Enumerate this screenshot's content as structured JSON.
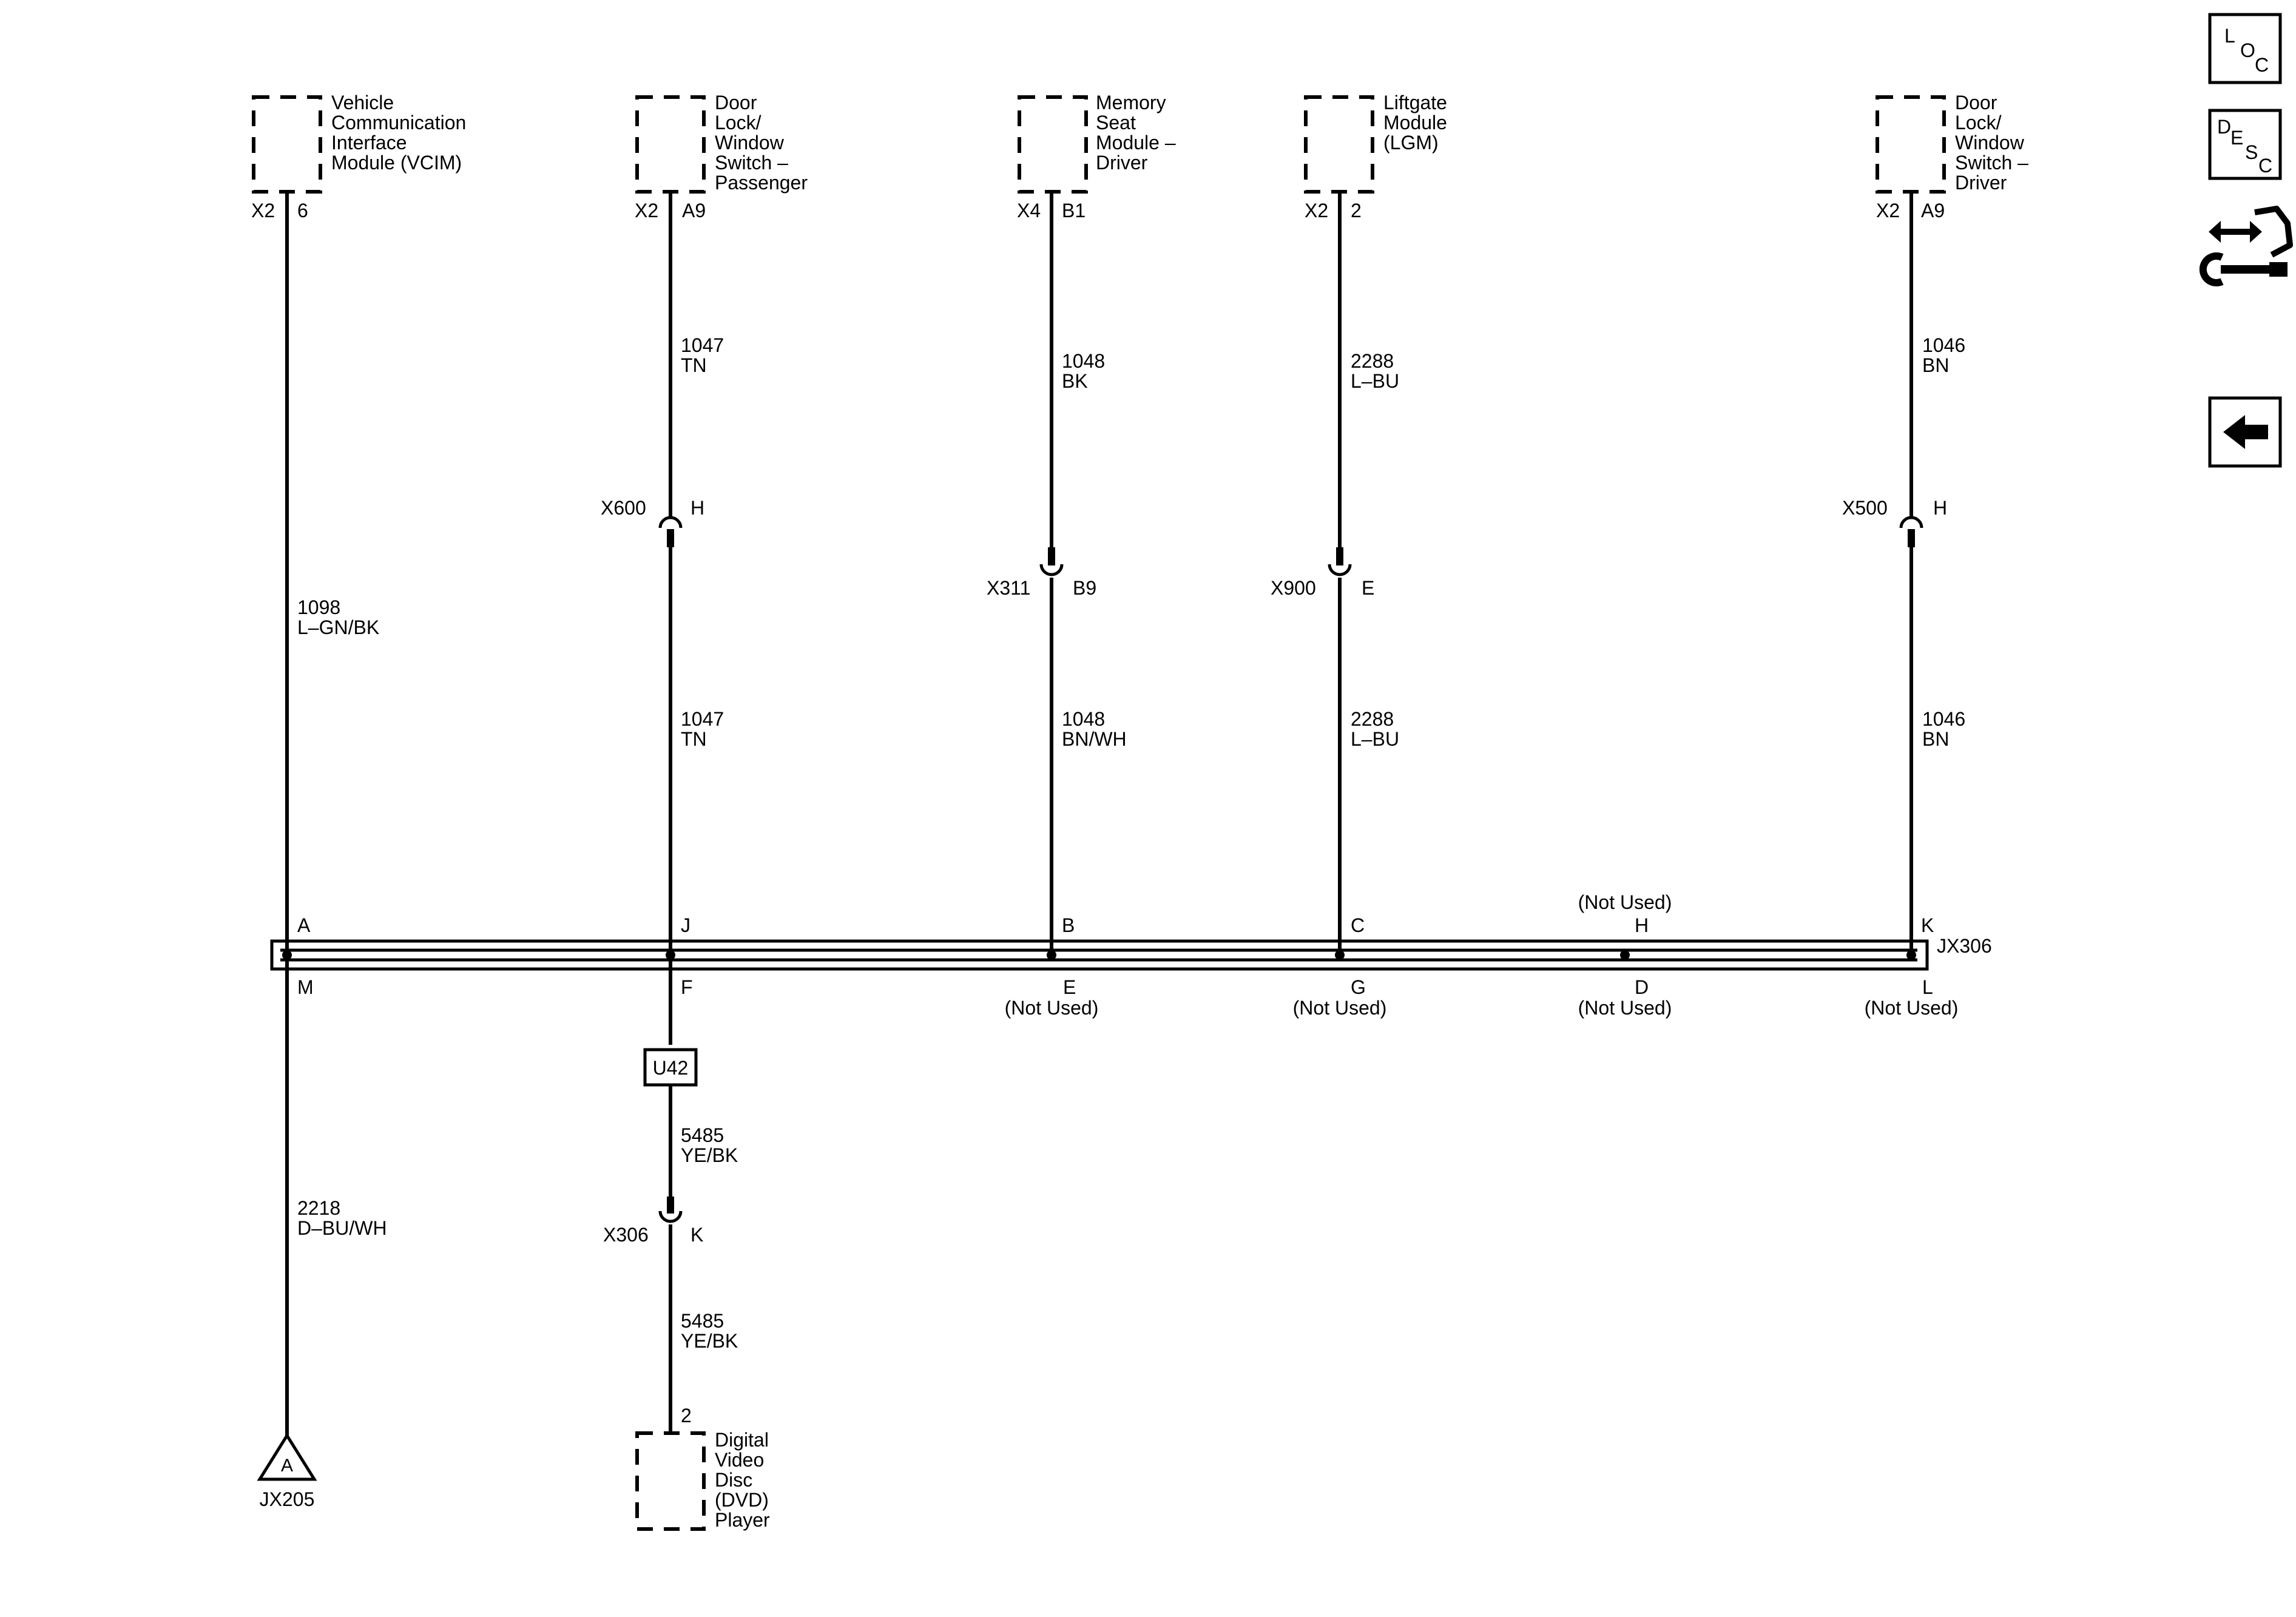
{
  "modules": {
    "vcim": {
      "name": [
        "Vehicle",
        "Communication",
        "Interface",
        "Module (VCIM)"
      ],
      "connector": "X2",
      "pin": "6"
    },
    "door_pass": {
      "name": [
        "Door",
        "Lock/",
        "Window",
        "Switch –",
        "Passenger"
      ],
      "connector": "X2",
      "pin": "A9"
    },
    "memory_seat": {
      "name": [
        "Memory",
        "Seat",
        "Module –",
        "Driver"
      ],
      "connector": "X4",
      "pin": "B1"
    },
    "liftgate": {
      "name": [
        "Liftgate",
        "Module",
        "(LGM)"
      ],
      "connector": "X2",
      "pin": "2"
    },
    "door_driver": {
      "name": [
        "Door",
        "Lock/",
        "Window",
        "Switch –",
        "Driver"
      ],
      "connector": "X2",
      "pin": "A9"
    },
    "dvd": {
      "name": [
        "Digital",
        "Video",
        "Disc",
        "(DVD)",
        "Player"
      ],
      "pin": "2"
    }
  },
  "wires": {
    "w1047_top": {
      "circuit": "1047",
      "color": "TN"
    },
    "w1048_top": {
      "circuit": "1048",
      "color": "BK"
    },
    "w2288_top": {
      "circuit": "2288",
      "color": "L–BU"
    },
    "w1046_top": {
      "circuit": "1046",
      "color": "BN"
    },
    "w1098": {
      "circuit": "1098",
      "color": "L–GN/BK"
    },
    "w1047_bot": {
      "circuit": "1047",
      "color": "TN"
    },
    "w1048_bot": {
      "circuit": "1048",
      "color": "BN/WH"
    },
    "w2288_bot": {
      "circuit": "2288",
      "color": "L–BU"
    },
    "w1046_bot": {
      "circuit": "1046",
      "color": "BN"
    },
    "w2218": {
      "circuit": "2218",
      "color": "D–BU/WH"
    },
    "w5485_top": {
      "circuit": "5485",
      "color": "YE/BK"
    },
    "w5485_bot": {
      "circuit": "5485",
      "color": "YE/BK"
    }
  },
  "inline_connectors": {
    "x600": {
      "name": "X600",
      "pin": "H"
    },
    "x311": {
      "name": "X311",
      "pin": "B9"
    },
    "x900": {
      "name": "X900",
      "pin": "E"
    },
    "x500": {
      "name": "X500",
      "pin": "H"
    },
    "x306": {
      "name": "X306",
      "pin": "K"
    }
  },
  "splice": {
    "name": "JX306",
    "top_pins": [
      "A",
      "J",
      "B",
      "C",
      "H",
      "K"
    ],
    "bottom_pins": [
      "M",
      "F",
      "E",
      "G",
      "D",
      "L"
    ],
    "not_used": "(Not Used)"
  },
  "component_u42": "U42",
  "offpage": {
    "letter": "A",
    "name": "JX205"
  },
  "nav": {
    "loc": [
      "L",
      "O",
      "C"
    ],
    "desc": [
      "D",
      "E",
      "S",
      "C"
    ]
  }
}
